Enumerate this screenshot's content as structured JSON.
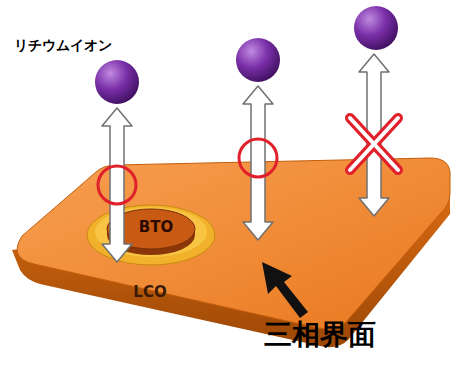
{
  "diagram": {
    "nodes": [
      {
        "text": [
          "LCO"
        ]
      },
      {
        "text": [
          "BTO"
        ],
        "in": 0
      }
    ],
    "labels": [
      "リチウムイオン",
      "三相界面"
    ]
  }
}
